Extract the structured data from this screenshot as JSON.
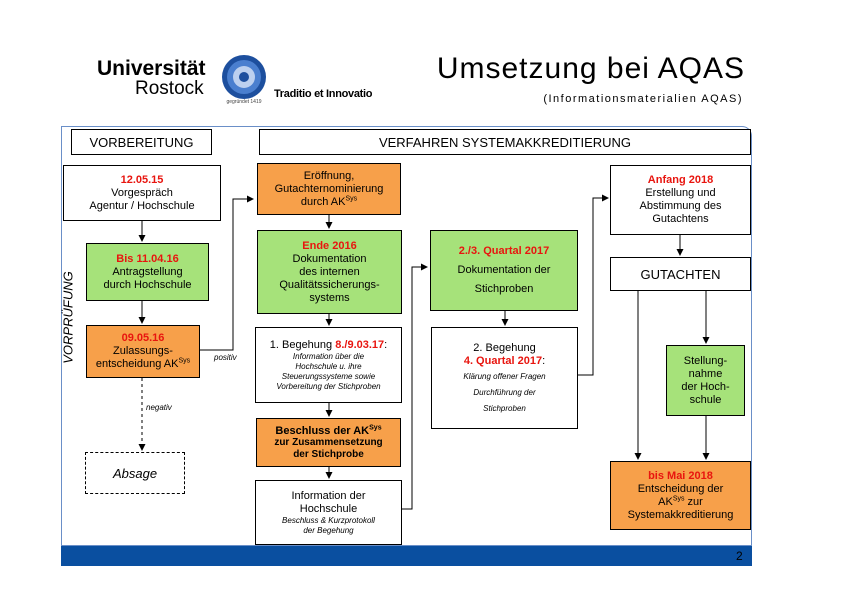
{
  "header": {
    "university_line1": "Universität",
    "university_line2": "Rostock",
    "seal_text": "gegründet 1419",
    "motto": "Traditio et Innovatio",
    "title": "Umsetzung bei AQAS",
    "subtitle": "(Informationsmaterialien AQAS)"
  },
  "sections": {
    "vorbereitung": "VORBEREITUNG",
    "verfahren": "VERFAHREN SYSTEMAKKREDITIERUNG",
    "vorpruefung": "VORPRÜFUNG"
  },
  "boxes": {
    "vorgespraech": {
      "date": "12.05.15",
      "line1": "Vorgespräch",
      "line2": "Agentur / Hochschule"
    },
    "antrag": {
      "date": "Bis 11.04.16",
      "line1": "Antragstellung",
      "line2": "durch Hochschule"
    },
    "zulassung": {
      "date": "09.05.16",
      "line1": "Zulassungs-",
      "line2": "entscheidung AK",
      "sup": "Sys"
    },
    "absage": {
      "text": "Absage"
    },
    "eroeffnung": {
      "line1": "Eröffnung,",
      "line2": "Gutachternominierung",
      "line3": "durch AK",
      "sup": "Sys"
    },
    "dokumentation": {
      "date": "Ende 2016",
      "line1": "Dokumentation",
      "line2": "des internen",
      "line3": "Qualitätssicherungs-",
      "line4": "systems"
    },
    "begehung1": {
      "prefix": "1. Begehung ",
      "date": "8./9.03.17",
      "suffix": ":",
      "note1": "Information über die",
      "note2": "Hochschule u. ihre",
      "note3": "Steuerungssysteme sowie",
      "note4": "Vorbereitung der Stichproben"
    },
    "beschluss": {
      "line1": "Beschluss der AK",
      "sup": "Sys",
      "line2": "zur Zusammensetzung",
      "line3": "der Stichprobe"
    },
    "information": {
      "line1": "Information der",
      "line2": "Hochschule",
      "note1": "Beschluss & Kurzprotokoll",
      "note2": "der Begehung"
    },
    "stichproben_doc": {
      "date": "2./3. Quartal 2017",
      "line1": "Dokumentation der",
      "line2": "Stichproben"
    },
    "begehung2": {
      "line1": "2. Begehung",
      "date": "4. Quartal 2017",
      "suffix": ":",
      "note1": "Klärung offener Fragen",
      "note2": "Durchführung der",
      "note3": "Stichproben"
    },
    "gutachten_erstellung": {
      "date": "Anfang 2018",
      "line1": "Erstellung und",
      "line2": "Abstimmung des",
      "line3": "Gutachtens"
    },
    "gutachten": {
      "text": "GUTACHTEN"
    },
    "stellungnahme": {
      "line1": "Stellung-",
      "line2": "nahme",
      "line3": "der Hoch-",
      "line4": "schule"
    },
    "entscheidung": {
      "date": "bis Mai 2018",
      "line1": "Entscheidung der",
      "line2a": "AK",
      "sup": "Sys",
      "line2b": " zur",
      "line3": "Systemakkreditierung"
    }
  },
  "labels": {
    "positiv": "positiv",
    "negativ": "negativ"
  },
  "footer": {
    "page_number": "2"
  },
  "colors": {
    "green": "#a6e27a",
    "orange": "#f7a04a",
    "date_red": "#e8150f",
    "footer_blue": "#0a4fa0",
    "panel_border": "#6a8fc8"
  }
}
